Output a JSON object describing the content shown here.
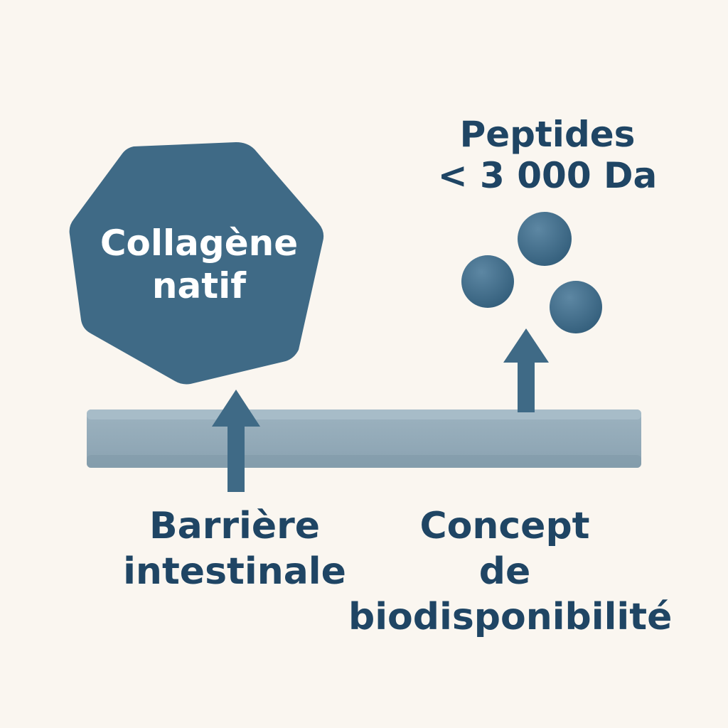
{
  "colors": {
    "background": "#faf6f0",
    "dark_teal": "#3f6a86",
    "bar_fill": "#93aab8",
    "bar_edge": "#7e97a6",
    "sphere": "#416b88",
    "label_text": "#1f4564",
    "label_on_shape": "#ffffff"
  },
  "native_collagen": {
    "icon": "heptagon-shape",
    "line1": "Collagène",
    "line2": "natif"
  },
  "peptides": {
    "icon": "sphere-cluster",
    "line1": "Peptides",
    "line2": "< 3 000 Da"
  },
  "barrier": {
    "line1": "Barrière",
    "line2": "intestinale"
  },
  "concept": {
    "line1": "Concept",
    "line2": "de",
    "line3": "biodisponibilité"
  }
}
